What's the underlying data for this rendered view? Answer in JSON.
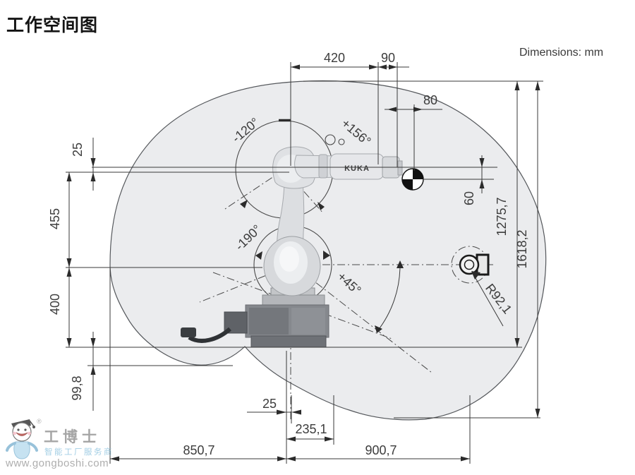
{
  "title": "工作空间图",
  "units_label": "Dimensions: mm",
  "dims": {
    "d420": "420",
    "d90": "90",
    "d80": "80",
    "d60": "60",
    "d25_top": "25",
    "d455": "455",
    "d400": "400",
    "d99_8": "99,8",
    "d1275_7": "1275,7",
    "d1618_2": "1618,2",
    "r92_1": "R92,1",
    "d25_bottom": "25",
    "d235_1": "235,1",
    "d850_7": "850,7",
    "d900_7": "900,7"
  },
  "angles": {
    "a3_min": "-120°",
    "a3_max": "+156°",
    "a2_min": "-190°",
    "a2_max": "+45°"
  },
  "robot": {
    "brand": "KUKA"
  },
  "watermark": {
    "name": "工博士",
    "registered": "®",
    "tagline": "智能工厂服务商",
    "url": "www.gongboshi.com"
  },
  "colors": {
    "envelope_fill": "#ebecee",
    "line": "#3a3a3a",
    "text": "#3c3c3c",
    "brand_orange": "#e0861c",
    "watermark_blue": "#8cc2de",
    "watermark_gray": "#9a9a9a"
  }
}
